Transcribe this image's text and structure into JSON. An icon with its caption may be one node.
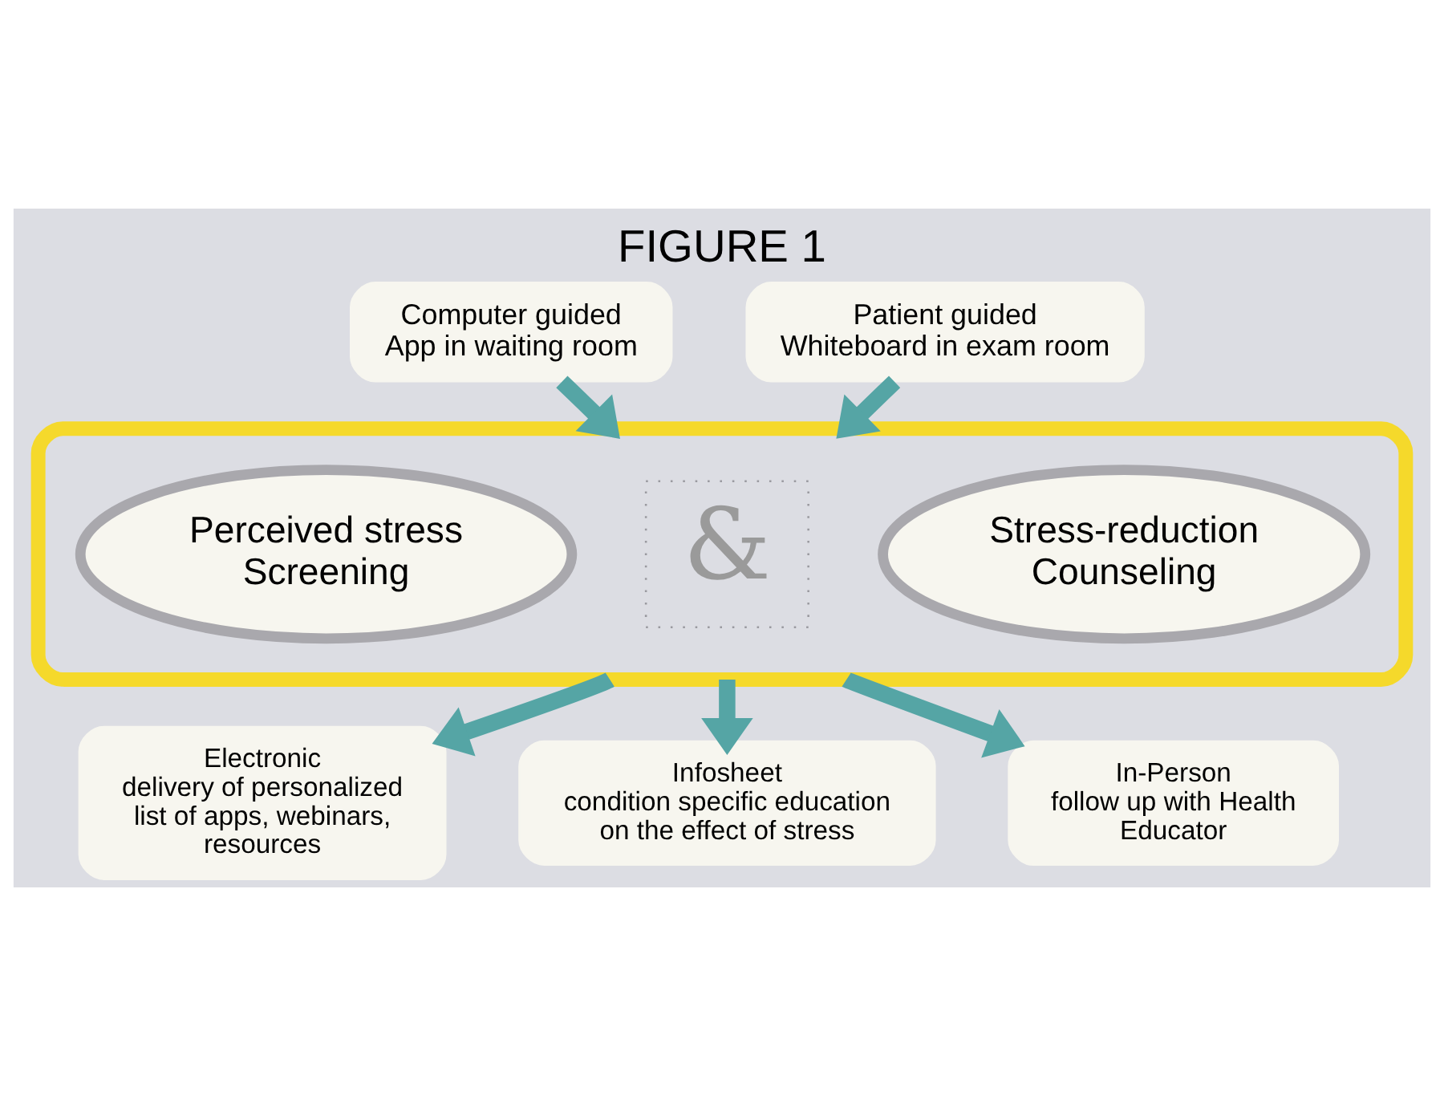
{
  "diagram": {
    "title": "FIGURE 1",
    "nodes": [
      {
        "text": [
          "Computer guided",
          "App in waiting room"
        ]
      },
      {
        "text": [
          "Patient guided",
          "Whiteboard in exam room"
        ]
      },
      {
        "text": [],
        "shape": "box"
      },
      {
        "text": [
          "Perceived stress",
          "Screening"
        ],
        "in": 2
      },
      {
        "text": [
          "&"
        ],
        "in": 2
      },
      {
        "text": [
          "Stress-reduction",
          "Counseling"
        ],
        "in": 2
      },
      {
        "text": [
          "Electronic",
          "delivery of personalized list of apps, webinars, resources"
        ]
      },
      {
        "text": [
          "Infosheet",
          "condition specific education on the effect of stress"
        ]
      },
      {
        "text": [
          "In-Person",
          "follow up with Health Educator"
        ]
      }
    ],
    "edges": [
      {
        "from": 0,
        "to": 2,
        "arrow": "to"
      },
      {
        "from": 1,
        "to": 2,
        "arrow": "to"
      },
      {
        "from": 2,
        "to": 6,
        "arrow": "to"
      },
      {
        "from": 2,
        "to": 7,
        "arrow": "to"
      },
      {
        "from": 2,
        "to": 8,
        "arrow": "to"
      }
    ]
  }
}
